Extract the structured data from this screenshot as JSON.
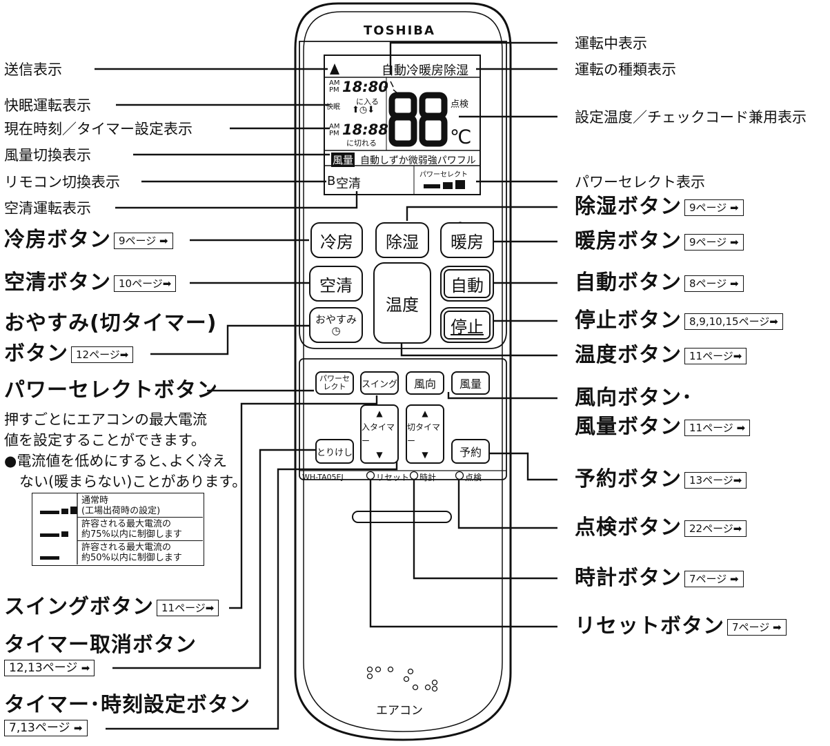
{
  "brand": "TOSHIBA",
  "model": "WH-TA05EJ",
  "bottom_label": "エアコン",
  "lcd": {
    "mode_text": "自動冷暖房除湿",
    "am_pm": "AM\nPM",
    "time1": "18:80",
    "sleep": "快眠",
    "enter": "に入る",
    "time2": "18:88",
    "exit": "に切れる",
    "temp": "88",
    "check": "点検",
    "celsius": "℃",
    "fan_tag": "風量",
    "fan_levels": "自動しずか微弱強パワフル",
    "remote_b": "B",
    "clean": "空清",
    "power_select": "パワーセレクト"
  },
  "buttons": {
    "cool": "冷房",
    "dry": "除湿",
    "heat": "暖房",
    "clean": "空清",
    "temp": "温度",
    "auto": "自動",
    "sleep": "おやすみ",
    "stop": "停止",
    "power": "パワーセレクト",
    "swing": "スイング",
    "direction": "風向",
    "volume": "風量",
    "on_timer": "入タイマー",
    "off_timer": "切タイマー",
    "cancel": "とりけし",
    "reserve": "予約",
    "reset": "リセット",
    "clock": "時計",
    "check": "点検"
  },
  "labels": {
    "send": "送信表示",
    "sleep_ind": "快眠運転表示",
    "time_ind": "現在時刻／タイマー設定表示",
    "fan_ind": "風量切換表示",
    "remote_ind": "リモコン切換表示",
    "clean_ind": "空清運転表示",
    "running_ind": "運転中表示",
    "mode_ind": "運転の種類表示",
    "temp_ind": "設定温度／チェックコード兼用表示",
    "power_ind": "パワーセレクト表示",
    "cool_btn": "冷房ボタン",
    "cool_ref": "9ページ",
    "clean_btn": "空清ボタン",
    "clean_ref": "10ページ",
    "sleep_btn_1": "おやすみ(切タイマー)",
    "sleep_btn_2": "ボタン",
    "sleep_ref": "12ページ",
    "power_btn": "パワーセレクトボタン",
    "power_desc_1": "押すごとにエアコンの最大電流",
    "power_desc_2": "値を設定することができます。",
    "power_desc_3": "●電流値を低めにすると､よく冷え",
    "power_desc_4": "ない(暖まらない)ことがあります。",
    "swing_btn": "スイングボタン",
    "swing_ref": "11ページ",
    "cancel_btn": "タイマー取消ボタン",
    "cancel_ref": "12,13ページ",
    "timer_btn": "タイマー･時刻設定ボタン",
    "timer_ref": "7,13ページ",
    "dry_btn": "除湿ボタン",
    "dry_ref": "9ページ",
    "heat_btn": "暖房ボタン",
    "heat_ref": "9ページ",
    "auto_btn": "自動ボタン",
    "auto_ref": "8ページ",
    "stop_btn": "停止ボタン",
    "stop_ref": "8,9,10,15ページ",
    "temp_btn": "温度ボタン",
    "temp_ref": "11ページ",
    "dir_btn_1": "風向ボタン･",
    "dir_btn_2": "風量ボタン",
    "dir_ref": "11ページ",
    "reserve_btn": "予約ボタン",
    "reserve_ref": "13ページ",
    "check_btn": "点検ボタン",
    "check_ref": "22ページ",
    "clock_btn": "時計ボタン",
    "clock_ref": "7ページ",
    "reset_btn": "リセットボタン",
    "reset_ref": "7ページ"
  },
  "legend": [
    {
      "level": 3,
      "text_1": "通常時",
      "text_2": "(工場出荷時の設定)"
    },
    {
      "level": 2,
      "text_1": "許容される最大電流の",
      "text_2": "約75%以内に制御します"
    },
    {
      "level": 1,
      "text_1": "許容される最大電流の",
      "text_2": "約50%以内に制御します"
    }
  ],
  "icons": {
    "arrow": "right-arrow-icon",
    "up": "up-triangle-icon",
    "down": "down-triangle-icon"
  }
}
